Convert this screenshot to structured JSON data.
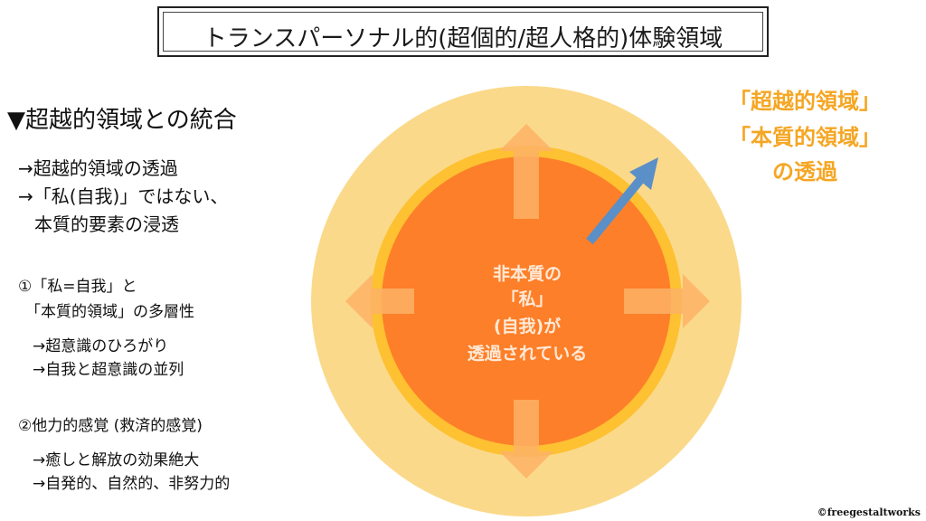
{
  "title": "トランスパーソナル的(超個的/超人格的)体験領域",
  "section_heading": "▼超越的領域との統合",
  "left_lines": [
    "→超越的領域の透過",
    "→「私(自我)」ではない、",
    "本質的要素の浸透"
  ],
  "point1": {
    "line1": "①「私=自我」と",
    "line2": "「本質的領域」の多層性",
    "sub1": "→超意識のひろがり",
    "sub2": "→自我と超意識の並列"
  },
  "point2": {
    "line1": "②他力的感覚  (救済的感覚)",
    "sub1": "→癒しと解放の効果絶大",
    "sub2": "→自発的、自然的、非努力的"
  },
  "center_text": [
    "非本質の",
    "「私」",
    "(自我)が",
    "透過されている"
  ],
  "right_label": [
    "「超越的領域」",
    "「本質的領域」",
    "の透過"
  ],
  "credit": "©freegestaltworks",
  "colors": {
    "outer_circle": "#fbd98a",
    "ring": "#fdc132",
    "inner_circle": "#fd7f29",
    "arrow": "#5b8fc7",
    "label_orange": "#f5a623"
  }
}
